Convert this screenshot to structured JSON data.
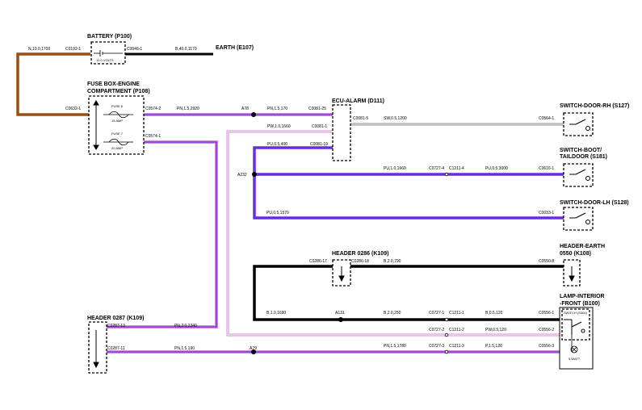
{
  "components": {
    "battery": {
      "title": "BATTERY (P100)",
      "volts": "12.0 VOLTS",
      "conn_left": "C0192-1",
      "conn_right": "C0046-1"
    },
    "earth": {
      "title": "EARTH (E107)",
      "wire": "B,40.0,1170"
    },
    "fuse_box": {
      "title_line1": "FUSE BOX-ENGINE",
      "title_line2": "COMPARTMENT (P108)",
      "conn_in": "C0632-1",
      "fuse6": "FUSE 6",
      "fuse6_amp": "15 AMP",
      "fuse7": "FUSE 7",
      "fuse7_amp": "20 AMP",
      "conn_out1": "C0574-2",
      "conn_out2": "C0574-1"
    },
    "ecu": {
      "title": "ECU-ALARM (D111)",
      "conn_in1": "C0081-25",
      "conn_in2": "C0081-1",
      "conn_in3": "C0081-19",
      "conn_out": "C0081-5"
    },
    "switch_rh": {
      "title": "SWITCH-DOOR-RH (S127)",
      "conn": "C0564-1"
    },
    "switch_boot": {
      "title_line1": "SWITCH-BOOT/",
      "title_line2": "TAILDOOR (S181)",
      "conn": "C0616-1"
    },
    "switch_lh": {
      "title": "SWITCH-DOOR-LH (S128)",
      "conn": "C0033-1"
    },
    "header_0286": {
      "title": "HEADER 0286 (K109)",
      "conn_left": "C0286-17",
      "conn_right": "C0286-18"
    },
    "header_earth": {
      "title_line1": "HEADER-EARTH",
      "title_line2": "0550 (K108)",
      "conn": "C0550-8"
    },
    "lamp": {
      "title_line1": "LAMP-INTERIOR",
      "title_line2": "-FRONT (B100)",
      "switch": "SWITCH (S304)",
      "watt": "5 WATT",
      "conn1": "C0556-1",
      "conn2": "C0556-2",
      "conn3": "C0556-3"
    },
    "header_0287": {
      "title": "HEADER 0287 (K109)",
      "conn1": "C0287-13",
      "conn2": "C0287-11"
    }
  },
  "wires": {
    "batt_fuse": "N,10.0,1700",
    "fuse_ecu": "PN,1.5,2920",
    "ecu_in": "PN,1.5,170",
    "pw_ecu": "PW,1.0,1660",
    "pu_ecu": "PU,0.5,400",
    "ecu_rh": "SW,0.5,1200",
    "boot_a": "PU,1.0,1660",
    "boot_conn_a": "C0727-4",
    "boot_conn_b": "C1211-4",
    "boot_b": "PU,0.5,3000",
    "lh": "PU,0.5,1570",
    "hdr_earth": "B,2.0,790",
    "lamp_b_a": "B,1.0,1690",
    "lamp_b_b": "B,2.0,250",
    "lamp_b_c": "B,0.5,120",
    "lamp_conn1_a": "C0727-1",
    "lamp_conn1_b": "C1211-1",
    "lamp_conn2_a": "C0727-2",
    "lamp_conn2_b": "C1211-2",
    "lamp_pw": "PW,0.5,120",
    "hdr87_a": "PN,2.0,2340",
    "hdr87_b": "PN,1.5,190",
    "lamp_p_a": "PN,1.5,1780",
    "lamp_conn3_a": "C0727-3",
    "lamp_conn3_b": "C1211-3",
    "lamp_p_b": "P,1.5,120"
  },
  "splices": {
    "a78": "A78",
    "a232": "A232",
    "a131": "A131",
    "a79": "A79"
  },
  "colors": {
    "brown": "#9b4f13",
    "black": "#000000",
    "purple": "#6a2be2",
    "pink": "#d58ad8",
    "grey": "#9a9a9a"
  },
  "icons": [
    "battery-icon",
    "fuse-icon",
    "switch-icon",
    "lamp-icon",
    "earth-arrow-icon"
  ]
}
